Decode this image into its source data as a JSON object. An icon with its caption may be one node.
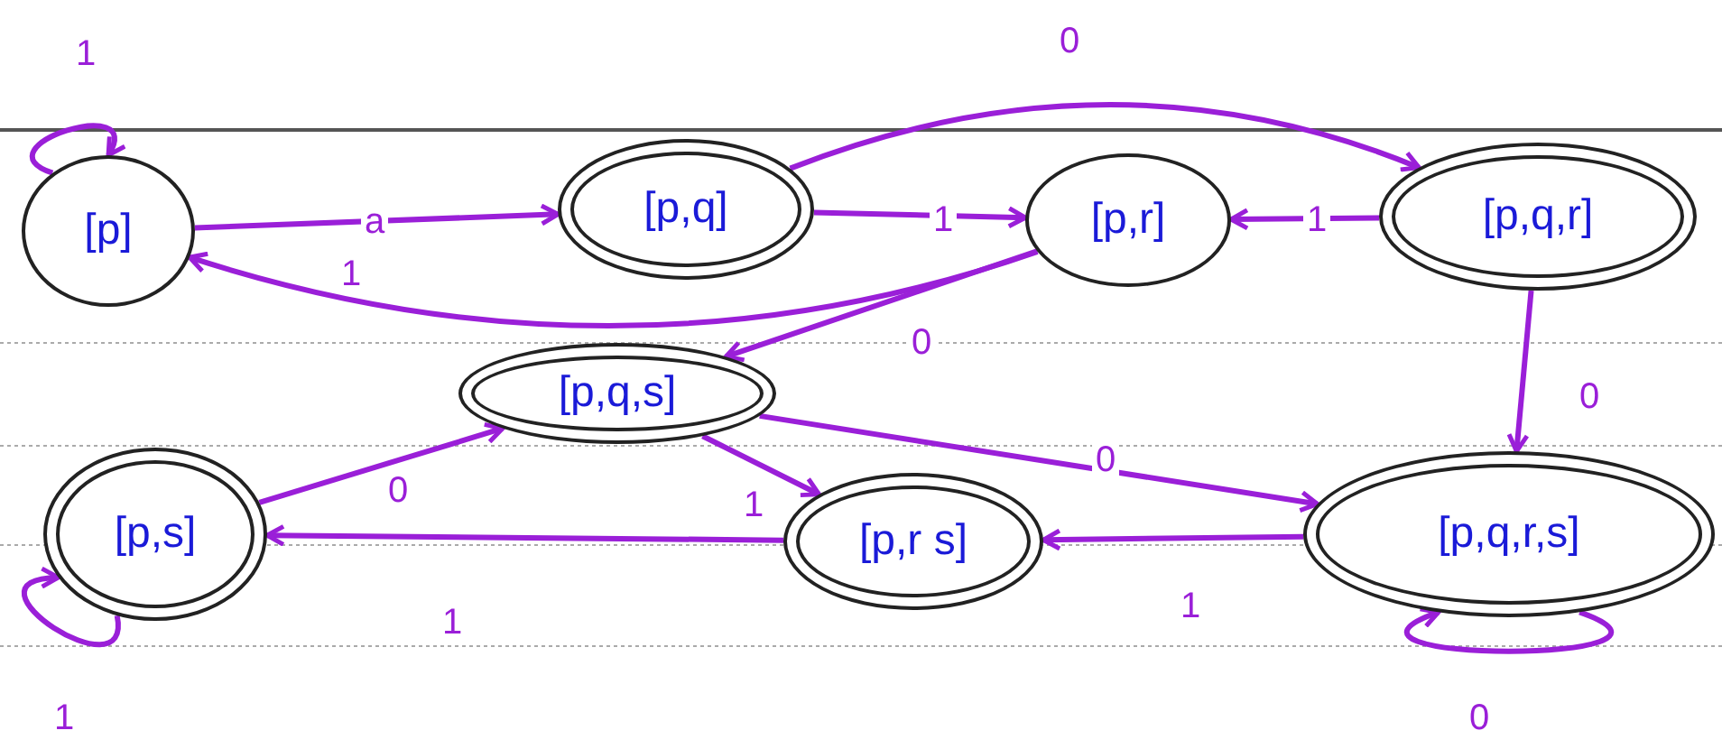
{
  "diagram": {
    "nodes": [
      {
        "text": [
          "[p]"
        ]
      },
      {
        "text": [
          "[p,q]"
        ]
      },
      {
        "text": [
          "[p,r]"
        ]
      },
      {
        "text": [
          "[p,q,r]"
        ]
      },
      {
        "text": [
          "[p,q,s]"
        ]
      },
      {
        "text": [
          "[p,s]"
        ]
      },
      {
        "text": [
          "[p,r s]"
        ]
      },
      {
        "text": [
          "[p,q,r,s]"
        ]
      }
    ],
    "edges": [
      {
        "from": 0,
        "to": 0,
        "arrow": "to",
        "label": "1"
      },
      {
        "from": 0,
        "to": 1,
        "arrow": "to",
        "label": "a"
      },
      {
        "from": 1,
        "to": 2,
        "arrow": "to",
        "label": "1"
      },
      {
        "from": 2,
        "to": 0,
        "arrow": "to",
        "label": "1"
      },
      {
        "from": 1,
        "to": 3,
        "arrow": "to",
        "label": "0"
      },
      {
        "from": 3,
        "to": 2,
        "arrow": "to",
        "label": "1"
      },
      {
        "from": 2,
        "to": 4,
        "arrow": "to",
        "label": "0"
      },
      {
        "from": 3,
        "to": 7,
        "arrow": "to",
        "label": "0"
      },
      {
        "from": 4,
        "to": 6,
        "arrow": "to",
        "label": "1"
      },
      {
        "from": 4,
        "to": 7,
        "arrow": "to",
        "label": "0"
      },
      {
        "from": 5,
        "to": 4,
        "arrow": "to",
        "label": "0"
      },
      {
        "from": 6,
        "to": 5,
        "arrow": "to",
        "label": "1"
      },
      {
        "from": 7,
        "to": 6,
        "arrow": "to",
        "label": "1"
      },
      {
        "from": 7,
        "to": 7,
        "arrow": "to",
        "label": "0"
      },
      {
        "from": 5,
        "to": 5,
        "arrow": "to",
        "label": "1"
      }
    ]
  }
}
